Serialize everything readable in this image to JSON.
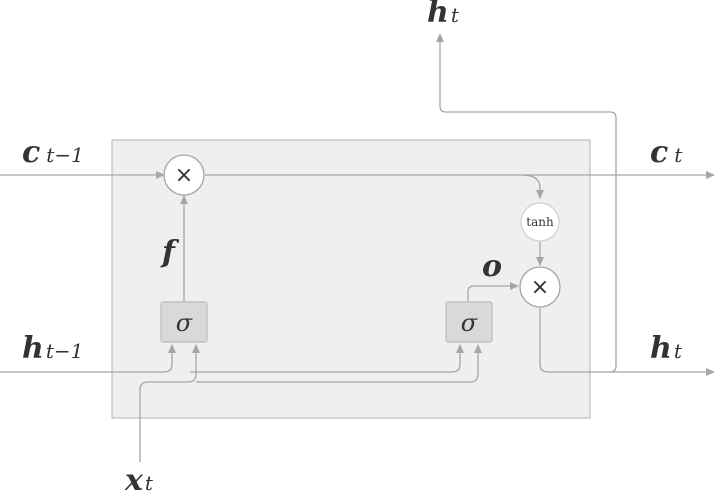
{
  "labels": {
    "c_prev": {
      "main": "c",
      "sub": "t−1"
    },
    "c_next": {
      "main": "c",
      "sub": "t"
    },
    "h_prev": {
      "main": "h",
      "sub": "t−1"
    },
    "h_next_right": {
      "main": "h",
      "sub": "t"
    },
    "h_next_top": {
      "main": "h",
      "sub": "t"
    },
    "x_input": {
      "main": "x",
      "sub": "t"
    },
    "forget": "f",
    "output": "o"
  },
  "nodes": {
    "forget_mult": "×",
    "output_mult": "×",
    "tanh": "tanh",
    "sigma_forget": "σ",
    "sigma_output": "σ"
  },
  "colors": {
    "line": "#a6a6a6",
    "cell_fill": "#eeefef",
    "cell_border": "#bdbdbd",
    "gate_fill": "#d9d9d9",
    "text": "#333333"
  }
}
